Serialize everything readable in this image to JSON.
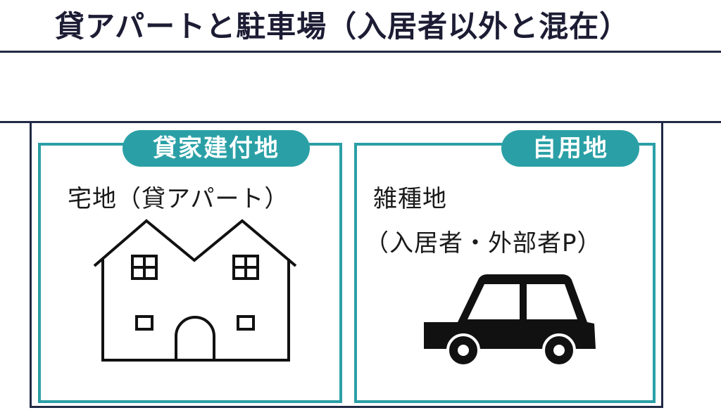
{
  "title": "貸アパートと駐車場（入居者以外と混在）",
  "left_panel": {
    "tag": "貸家建付地",
    "label": "宅地（貸アパート）",
    "icon": "house-icon"
  },
  "right_panel": {
    "tag": "自用地",
    "label_line1": "雑種地",
    "label_line2": "（入居者・外部者P）",
    "icon": "car-icon"
  },
  "colors": {
    "accent": "#2aa0a6",
    "rule": "#1f2a44",
    "text": "#1a1a1a"
  }
}
